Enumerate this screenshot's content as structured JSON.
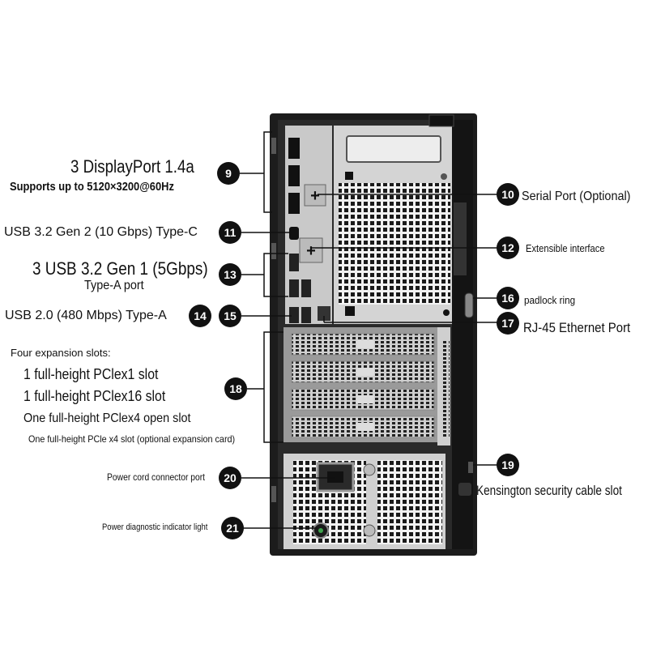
{
  "labels": {
    "dp_title": "3 DisplayPort 1.4a",
    "dp_sub": "Supports up to 5120×3200@60Hz",
    "usbc": "USB 3.2 Gen 2 (10 Gbps) Type-C",
    "usb3_title": "3 USB 3.2 Gen 1 (5Gbps)",
    "usb3_sub": "Type-A port",
    "usb2": "USB 2.0 (480 Mbps) Type-A",
    "exp_title": "Four expansion slots:",
    "exp_1": "1 full-height PClex1 slot",
    "exp_2": "1 full-height PClex16 slot",
    "exp_3": "One full-height PClex4 open slot",
    "exp_4": "One full-height PCle x4 slot (optional expansion card)",
    "power_cord": "Power cord connector port",
    "power_diag": "Power diagnostic indicator light",
    "serial": "Serial Port (Optional)",
    "extensible": "Extensible interface",
    "padlock": "padlock ring",
    "rj45": "RJ-45 Ethernet Port",
    "kensington": "Kensington security cable slot"
  },
  "badges": {
    "b9": "9",
    "b10": "10",
    "b11": "11",
    "b12": "12",
    "b13": "13",
    "b14": "14",
    "b15": "15",
    "b16": "16",
    "b17": "17",
    "b18": "18",
    "b19": "19",
    "b20": "20",
    "b21": "21"
  }
}
